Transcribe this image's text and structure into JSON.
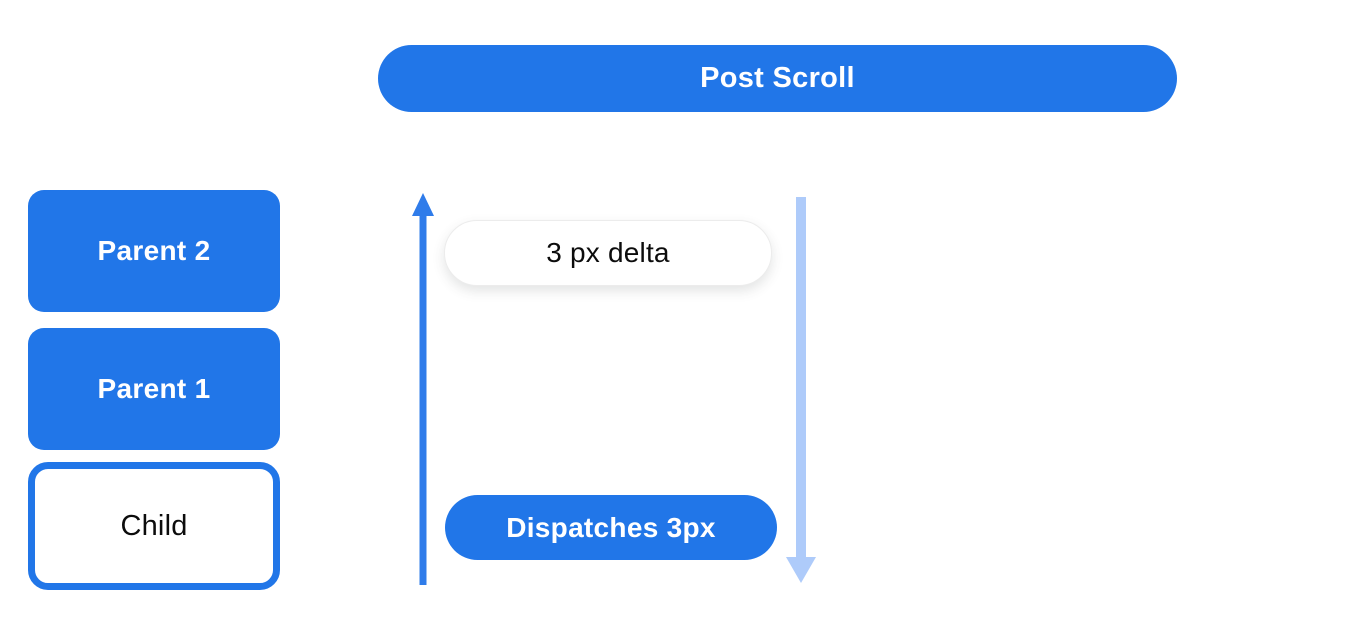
{
  "diagram": {
    "post_scroll_label": "Post Scroll",
    "parent_boxes": [
      {
        "label": "Parent 2"
      },
      {
        "label": "Parent 1"
      }
    ],
    "child_box_label": "Child",
    "delta_pill_label": "3 px delta",
    "dispatch_pill_label": "Dispatches 3px",
    "arrows": [
      {
        "name": "scroll-up-arrow",
        "direction": "up"
      },
      {
        "name": "dispatch-down-arrow",
        "direction": "down"
      }
    ],
    "colors": {
      "primary_blue": "#2176e8",
      "arrow_blue": "#2f7cea",
      "light_blue": "#aecbfa",
      "text_on_blue": "#ffffff",
      "text_dark": "#0c0c0c"
    }
  }
}
